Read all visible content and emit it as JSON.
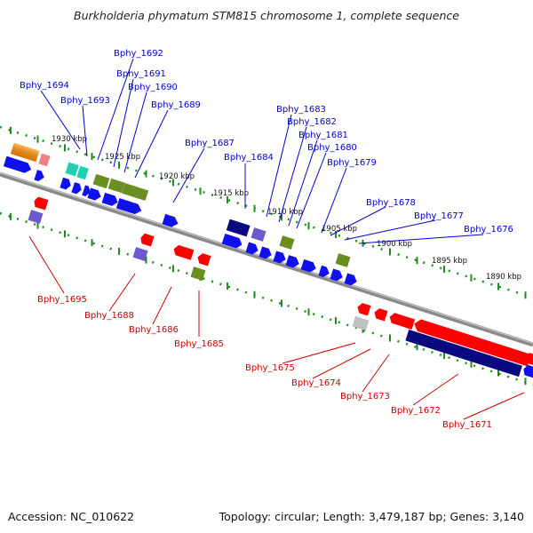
{
  "title": "Burkholderia phymatum STM815 chromosome 1, complete sequence",
  "footer": {
    "accession": "Accession: NC_010622",
    "info": "Topology: circular; Length: 3,479,187 bp; Genes: 3,140"
  },
  "colors": {
    "backbone": "#8a8a8a",
    "tick_green": "#1e8c1e",
    "label_top": "#0000cc",
    "label_bottom": "#cc0000",
    "blue": "#1010ee",
    "red": "#ff0000",
    "olive": "#6b8e23",
    "navy": "#0a0a80",
    "slate": "#6a5acd",
    "orange": "#ff8c00",
    "teal": "#20d0b0",
    "pink": "#f08080",
    "gray": "#c0c0c0"
  },
  "ticks": [
    {
      "label": "1930 kbp"
    },
    {
      "label": "1925 kbp"
    },
    {
      "label": "1920 kbp"
    },
    {
      "label": "1915 kbp"
    },
    {
      "label": "1910 kbp"
    },
    {
      "label": "1905 kbp"
    },
    {
      "label": "1900 kbp"
    },
    {
      "label": "1895 kbp"
    },
    {
      "label": "1890 kbp"
    }
  ],
  "labels_top": [
    {
      "text": "Bphy_1692"
    },
    {
      "text": "Bphy_1691"
    },
    {
      "text": "Bphy_1690"
    },
    {
      "text": "Bphy_1694"
    },
    {
      "text": "Bphy_1693"
    },
    {
      "text": "Bphy_1689"
    },
    {
      "text": "Bphy_1687"
    },
    {
      "text": "Bphy_1684"
    },
    {
      "text": "Bphy_1683"
    },
    {
      "text": "Bphy_1682"
    },
    {
      "text": "Bphy_1681"
    },
    {
      "text": "Bphy_1680"
    },
    {
      "text": "Bphy_1679"
    },
    {
      "text": "Bphy_1678"
    },
    {
      "text": "Bphy_1677"
    },
    {
      "text": "Bphy_1676"
    }
  ],
  "labels_bottom": [
    {
      "text": "Bphy_1695"
    },
    {
      "text": "Bphy_1688"
    },
    {
      "text": "Bphy_1686"
    },
    {
      "text": "Bphy_1685"
    },
    {
      "text": "Bphy_1675"
    },
    {
      "text": "Bphy_1674"
    },
    {
      "text": "Bphy_1673"
    },
    {
      "text": "Bphy_1672"
    },
    {
      "text": "Bphy_1671"
    }
  ]
}
